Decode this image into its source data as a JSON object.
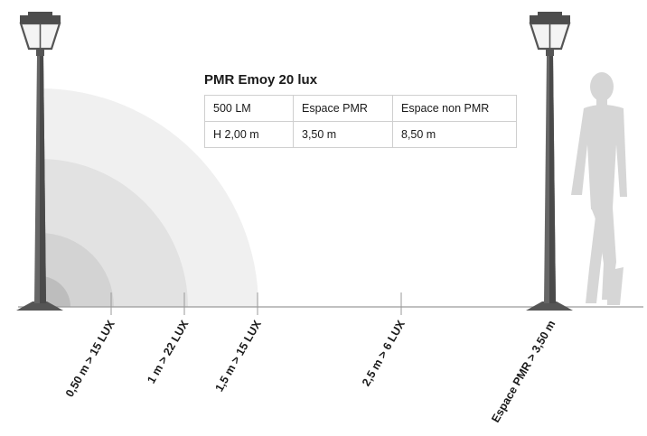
{
  "title": "PMR Emoy 20 lux",
  "table": {
    "rows": [
      [
        "500 LM",
        "Espace PMR",
        "Espace non PMR"
      ],
      [
        "H 2,00 m",
        "3,50 m",
        "8,50 m"
      ]
    ]
  },
  "distance_labels": [
    "0,50 m > 15 LUX",
    "1 m > 22 LUX",
    "1,5 m > 15 LUX",
    "2,5 m > 6 LUX",
    "Espace PMR > 3,50 m"
  ],
  "colors": {
    "zone_outer": "#f0f0f0",
    "zone_mid": "#e2e2e2",
    "zone_inner": "#d3d3d3",
    "zone_core": "#bdbdbd",
    "pole": "#5a5a5a",
    "silhouette": "#d6d6d6",
    "ground": "#9a9a9a"
  }
}
